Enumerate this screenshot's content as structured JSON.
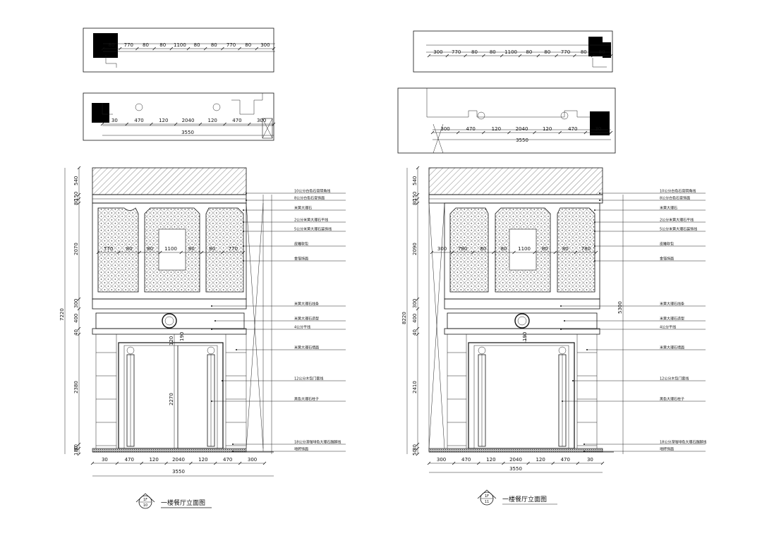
{
  "left": {
    "plan_top": {
      "dims": [
        "80",
        "770",
        "80",
        "80",
        "1100",
        "80",
        "80",
        "770",
        "80",
        "300"
      ]
    },
    "plan_mid": {
      "dims": [
        "30",
        "470",
        "120",
        "2040",
        "120",
        "470",
        "300"
      ],
      "total": "3550"
    },
    "elev_left_dims": [
      "540",
      "150",
      "80",
      "2070",
      "300",
      "400",
      "40",
      "2380",
      "80",
      "180"
    ],
    "elev_total": "7220",
    "elev_inner_dims": [
      "770",
      "80",
      "80",
      "1100",
      "80",
      "80",
      "770"
    ],
    "door_dims": {
      "top": "120",
      "top2": "190",
      "height": "2270"
    },
    "bottom_dims": [
      "30",
      "470",
      "120",
      "2040",
      "120",
      "470",
      "300"
    ],
    "bottom_total": "3550",
    "notes": [
      "10公分白色石膏阴角线",
      "8公分白色石膏饰面",
      "米黄大理石",
      "2公分米黄大理石平线",
      "5公分米黄大理石装饰线",
      "皮雕软包",
      "金箔饰面",
      "米黄大理石线条",
      "米黄大理石造型",
      "4公分平线",
      "米黄大理石墙面",
      "12公分木包门套线",
      "黑色大理石柱子",
      "18公分深咖啡色大理石踢脚线",
      "地砖饰面"
    ],
    "caption": "一楼餐厅立面图",
    "symbol_top": "1F",
    "symbol_bottom": "10"
  },
  "right": {
    "plan_top": {
      "dims": [
        "300",
        "770",
        "80",
        "80",
        "1100",
        "80",
        "80",
        "770",
        "80",
        "80"
      ]
    },
    "plan_mid": {
      "dims": [
        "300",
        "470",
        "120",
        "2040",
        "120",
        "470",
        "30"
      ],
      "total": "3550"
    },
    "elev_left_dims": [
      "540",
      "150",
      "80",
      "2090",
      "300",
      "400",
      "40",
      "2410",
      "80",
      "50"
    ],
    "elev_total": "5300",
    "elev_outer": "8220",
    "elev_inner_dims": [
      "300",
      "780",
      "80",
      "80",
      "1100",
      "80",
      "80",
      "780"
    ],
    "door_dims": {
      "top": "190"
    },
    "bottom_dims": [
      "300",
      "470",
      "120",
      "2040",
      "120",
      "470",
      "30"
    ],
    "bottom_total": "3550",
    "notes": [
      "10公分白色石膏阴角线",
      "8公分白色石膏饰面",
      "米黄大理石",
      "2公分米黄大理石平线",
      "5公分米黄大理石装饰线",
      "皮雕软包",
      "金箔饰面",
      "米黄大理石线条",
      "米黄大理石造型",
      "4公分平线",
      "米黄大理石墙面",
      "12公分木包门套线",
      "黑色大理石柱子",
      "18公分深咖啡色大理石踢脚线",
      "地砖饰面"
    ],
    "caption": "一楼餐厅立面图",
    "symbol_top": "1F",
    "symbol_bottom": "11"
  }
}
